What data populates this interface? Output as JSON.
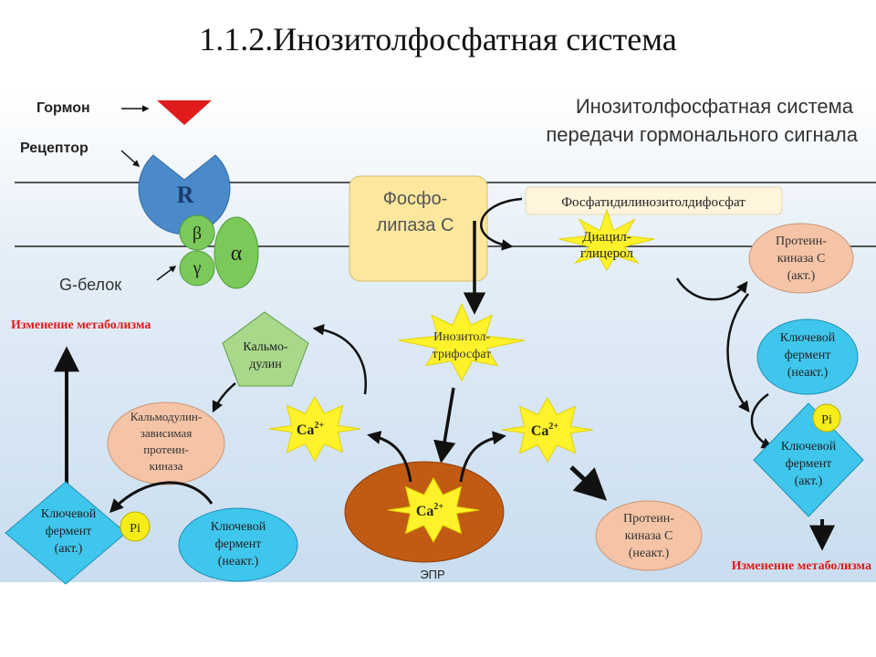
{
  "slide_title": "1.1.2.Инозитолфосфатная система",
  "diagram": {
    "heading_line1": "Инозитолфосфатная  система",
    "heading_line2": "передачи гормонального сигнала",
    "hormone_label": "Гормон",
    "receptor_label": "Рецептор",
    "receptor_symbol": "R",
    "beta": "β",
    "gamma": "γ",
    "alpha": "α",
    "g_protein_label": "G-белок",
    "phospholipase_line1": "Фосфо-",
    "phospholipase_line2": "липаза С",
    "pip2_label": "Фосфатидилинозитолдифосфат",
    "dag_line1": "Диацил-",
    "dag_line2": "глицерол",
    "ip3_line1": "Инозитол-",
    "ip3_line2": "трифосфат",
    "pkc_active_line1": "Протеин-",
    "pkc_active_line2": "киназа С",
    "pkc_active_line3": "(акт.)",
    "key_enzyme_inactive_right_line1": "Ключевой",
    "key_enzyme_inactive_right_line2": "фермент",
    "key_enzyme_inactive_right_line3": "(неакт.)",
    "pi_right": "Pi",
    "key_enzyme_active_right_line1": "Ключевой",
    "key_enzyme_active_right_line2": "фермент",
    "key_enzyme_active_right_line3": "(акт.)",
    "metabolism_change_right": "Изменение метаболизма",
    "metabolism_change_left": "Изменение метаболизма",
    "calmodulin_line1": "Кальмо-",
    "calmodulin_line2": "дулин",
    "cam_kinase_line1": "Кальмодулин-",
    "cam_kinase_line2": "зависимая",
    "cam_kinase_line3": "протеин-",
    "cam_kinase_line4": "киназа",
    "ca_symbol": "Ca",
    "ca_charge": "2+",
    "epr_label": "ЭПР",
    "pkc_inactive_line1": "Протеин-",
    "pkc_inactive_line2": "киназа С",
    "pkc_inactive_line3": "(неакт.)",
    "key_enzyme_active_left_line1": "Ключевой",
    "key_enzyme_active_left_line2": "фермент",
    "key_enzyme_active_left_line3": "(акт.)",
    "pi_left": "Pi",
    "key_enzyme_inactive_left_line1": "Ключевой",
    "key_enzyme_inactive_left_line2": "фермент",
    "key_enzyme_inactive_left_line3": "(неакт.)"
  },
  "colors": {
    "receptor": "#4a8ac8",
    "g_protein": "#7bc95a",
    "hormone": "#e01b1b",
    "phospholipase": "#fde79d",
    "star": "#fff22a",
    "cyan_enzyme": "#3fc6ec",
    "salmon": "#f5c4a6",
    "calmodulin": "#a9d88a",
    "epr": "#c15a12",
    "red_text": "#e01b1b"
  }
}
